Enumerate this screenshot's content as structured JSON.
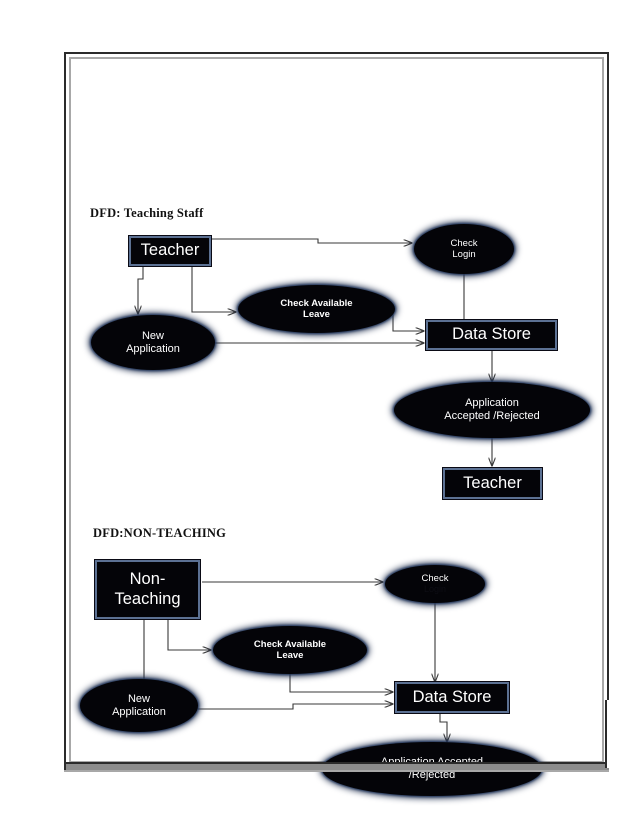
{
  "document": {
    "frame": {
      "border_color": "#2b2b2b"
    },
    "background": "#ffffff"
  },
  "sections": [
    {
      "id": "teaching",
      "title": "DFD: Teaching Staff",
      "nodes": [
        {
          "id": "t-teacher",
          "kind": "entity",
          "label": "Teacher"
        },
        {
          "id": "t-check-login",
          "kind": "process",
          "label": "Check\nLogin"
        },
        {
          "id": "t-check-leave",
          "kind": "process",
          "label": "Check Available\nLeave"
        },
        {
          "id": "t-new-app",
          "kind": "process",
          "label": "New\nApplication"
        },
        {
          "id": "t-data-store",
          "kind": "entity",
          "label": "Data Store"
        },
        {
          "id": "t-result",
          "kind": "process",
          "label": "Application\nAccepted /Rejected"
        },
        {
          "id": "t-teacher-out",
          "kind": "entity",
          "label": "Teacher"
        }
      ],
      "flows": [
        {
          "from": "t-teacher",
          "to": "t-check-login"
        },
        {
          "from": "t-teacher",
          "to": "t-new-app"
        },
        {
          "from": "t-teacher",
          "to": "t-check-leave"
        },
        {
          "from": "t-check-login",
          "to": "t-data-store"
        },
        {
          "from": "t-check-leave",
          "to": "t-data-store"
        },
        {
          "from": "t-new-app",
          "to": "t-data-store"
        },
        {
          "from": "t-data-store",
          "to": "t-result"
        },
        {
          "from": "t-result",
          "to": "t-teacher-out"
        }
      ]
    },
    {
      "id": "nonteaching",
      "title": "DFD:NON-TEACHING",
      "nodes": [
        {
          "id": "n-staff",
          "kind": "entity",
          "label": "Non-\nTeaching"
        },
        {
          "id": "n-check-login",
          "kind": "process",
          "label": "Check",
          "label_faint": "Login"
        },
        {
          "id": "n-check-leave",
          "kind": "process",
          "label": "Check Available\nLeave"
        },
        {
          "id": "n-new-app",
          "kind": "process",
          "label": "New\nApplication"
        },
        {
          "id": "n-data-store",
          "kind": "entity",
          "label": "Data Store"
        },
        {
          "id": "n-result",
          "kind": "process",
          "label": "Application Accepted\n/Rejected"
        }
      ],
      "flows": [
        {
          "from": "n-staff",
          "to": "n-check-login"
        },
        {
          "from": "n-staff",
          "to": "n-new-app"
        },
        {
          "from": "n-staff",
          "to": "n-check-leave"
        },
        {
          "from": "n-check-login",
          "to": "n-data-store"
        },
        {
          "from": "n-check-leave",
          "to": "n-data-store"
        },
        {
          "from": "n-new-app",
          "to": "n-data-store"
        },
        {
          "from": "n-data-store",
          "to": "n-result"
        }
      ]
    }
  ],
  "labels": {
    "t_teacher": "Teacher",
    "t_check_login": "Check\nLogin",
    "t_check_leave": "Check Available\nLeave",
    "t_new_app": "New\nApplication",
    "t_data_store": "Data Store",
    "t_result": "Application\nAccepted /Rejected",
    "t_teacher_out": "Teacher",
    "n_staff": "Non-\nTeaching",
    "n_check_login": "Check",
    "n_check_login_faint": "Login",
    "n_check_leave": "Check Available\nLeave",
    "n_new_app": "New\nApplication",
    "n_data_store": "Data Store",
    "n_result": "Application Accepted\n/Rejected"
  },
  "colors": {
    "node_fill": "#040408",
    "node_text": "#ffffff",
    "entity_border": "#5c7193",
    "process_glow": "#1b2a4a",
    "wire": "#3a3a3a",
    "frame": "#2b2b2b",
    "title_text": "#111111"
  }
}
